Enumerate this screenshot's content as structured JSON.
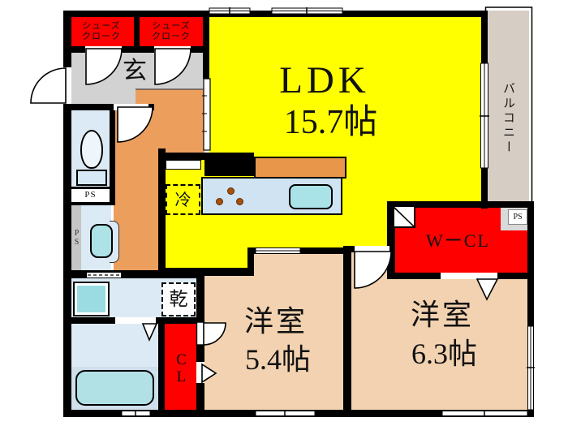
{
  "floorplan": {
    "rooms": {
      "ldk": {
        "name": "LDK",
        "size": "15.7帖"
      },
      "bedroom_small": {
        "name": "洋室",
        "size": "5.4帖"
      },
      "bedroom_large": {
        "name": "洋室",
        "size": "6.3帖"
      },
      "entrance": {
        "label": "玄"
      },
      "balcony": {
        "label": "バルコニー"
      },
      "shoes_closet": {
        "line1": "シューズ",
        "line2": "クローク"
      },
      "walk_in_closet": {
        "label": "WーCL"
      },
      "closet": {
        "label": "CL"
      }
    },
    "fixtures": {
      "refrigerator_space": "冷",
      "dryer_space": "乾",
      "pipe_space": "PS"
    },
    "colors": {
      "ldk_yellow": "#ffff00",
      "closet_red": "#fe0000",
      "bedroom_tan": "#f2d2b0",
      "hallway_orange": "#ec9e5d",
      "counter_orange": "#e8964a",
      "entrance_gray": "#d2d2d2",
      "balcony_beige": "#d6cdc4",
      "sanitary_blue": "#dceaf5",
      "fixture_teal": "#a9e0e6",
      "wall_black": "#000000"
    }
  }
}
